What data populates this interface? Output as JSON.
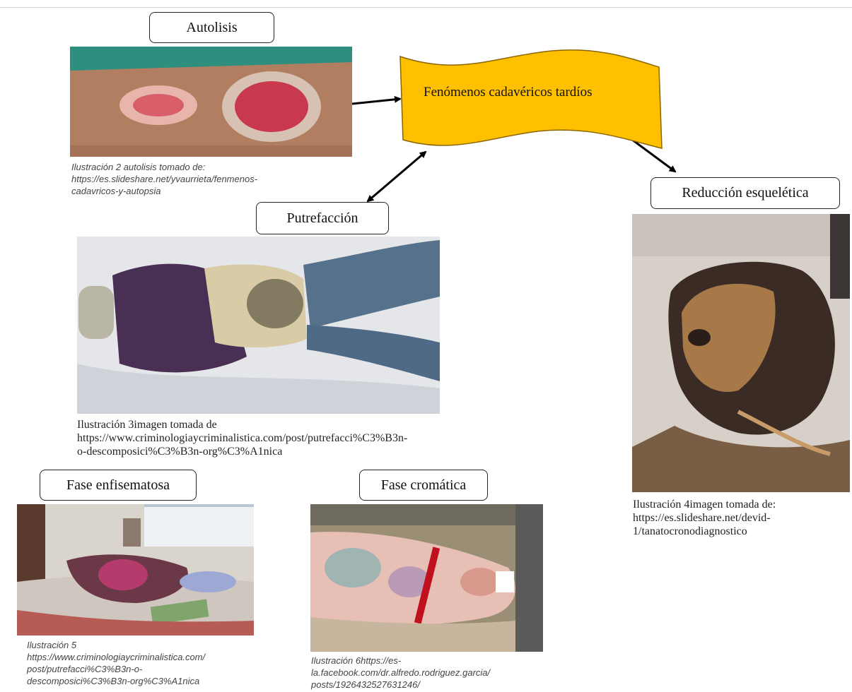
{
  "center": {
    "label": "Fenómenos cadavéricos tardíos",
    "color": "#FFC000"
  },
  "boxes": {
    "autolisis": "Autolisis",
    "putrefaccion": "Putrefacción",
    "reduccion": "Reducción  esquelética",
    "enfisematosa": "Fase enfisematosa",
    "cromatica": "Fase cromática"
  },
  "captions": {
    "autolisis": [
      "Ilustración 2 autolisis tomado de:",
      "https://es.slideshare.net/yvaurrieta/fenmenos-",
      "cadavricos-y-autopsia"
    ],
    "putrefaccion": [
      "Ilustración 3imagen tomada de",
      "https://www.criminologiaycriminalistica.com/post/putrefacci%C3%B3n-",
      "o-descomposici%C3%B3n-org%C3%A1nica"
    ],
    "reduccion": [
      "Ilustración 4imagen tomada de:",
      "https://es.slideshare.net/devid-",
      "1/tanatocronodiagnostico"
    ],
    "enfisematosa": [
      "Ilustración 5",
      "https://www.criminologiaycriminalistica.com/",
      "post/putrefacci%C3%B3n-o-",
      "descomposici%C3%B3n-org%C3%A1nica"
    ],
    "cromatica": [
      "Ilustración 6https://es-",
      "la.facebook.com/dr.alfredo.rodriguez.garcia/",
      "posts/1926432527631246/"
    ]
  },
  "images": {
    "autolisis": "photo-autolisis-wound",
    "putrefaccion": "photo-putrefaction-body",
    "reduccion": "photo-skeletal-reduction",
    "enfisematosa": "photo-emphysematous-phase",
    "cromatica": "photo-chromatic-phase"
  }
}
